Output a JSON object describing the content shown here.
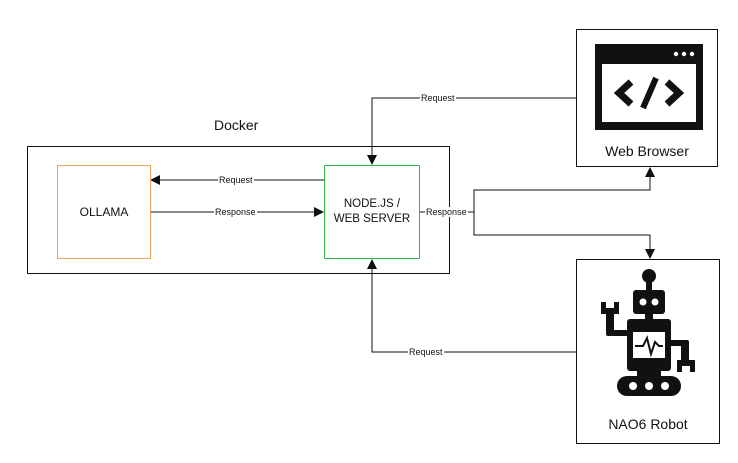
{
  "docker": {
    "label": "Docker"
  },
  "ollama": {
    "label": "OLLAMA"
  },
  "node": {
    "line1": "NODE.JS /",
    "line2": "WEB SERVER"
  },
  "browser": {
    "label": "Web Browser",
    "icon": "code-window-icon"
  },
  "robot": {
    "label": "NAO6 Robot",
    "icon": "robot-icon"
  },
  "edges": {
    "browser_request": "Request",
    "node_to_ollama_request": "Request",
    "ollama_to_node_response": "Response",
    "node_response": "Response",
    "robot_request": "Request"
  },
  "colors": {
    "ollama_border": "#f0a35a",
    "node_border": "#36b04b",
    "line": "#111111"
  }
}
